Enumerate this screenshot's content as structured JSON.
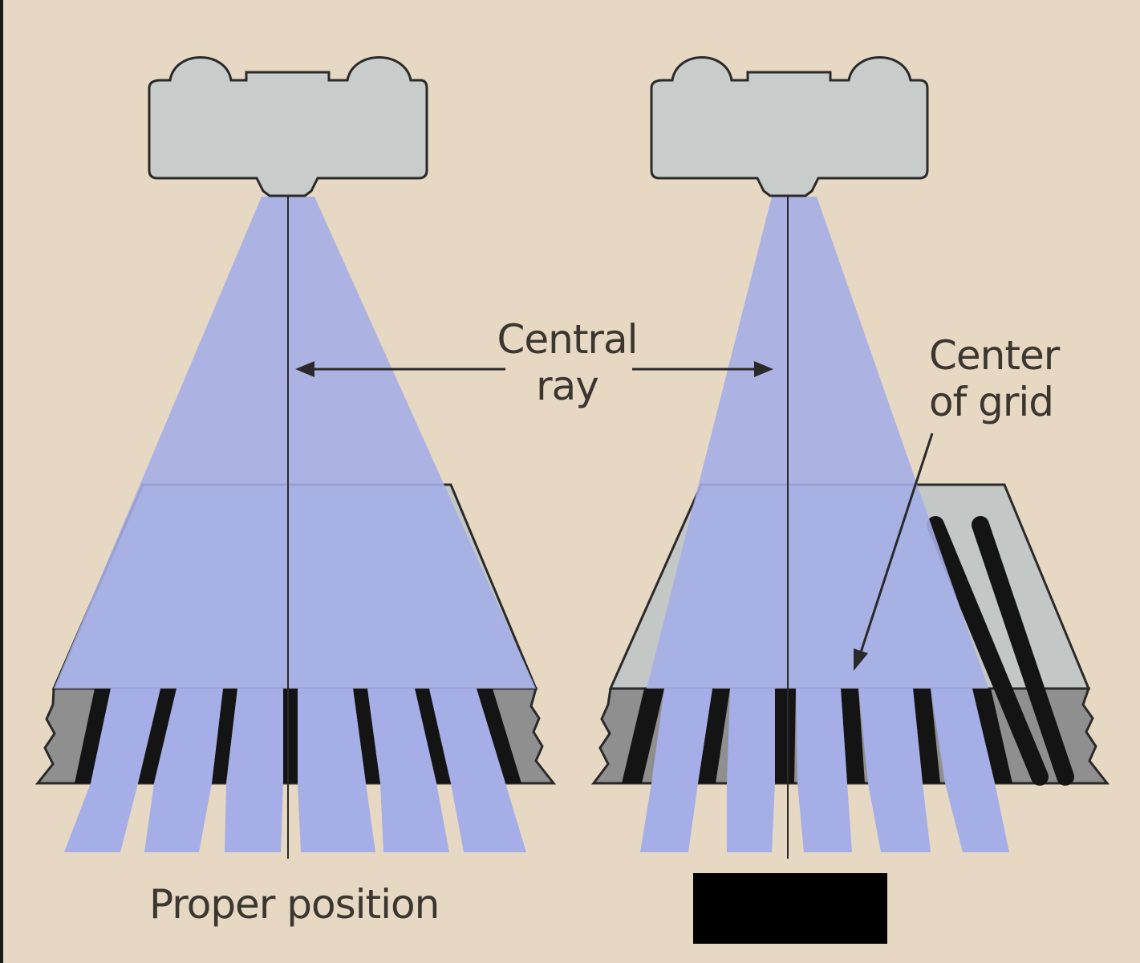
{
  "labels": {
    "central_ray": "Central\nray",
    "center_of_grid": "Center\nof grid",
    "proper_position": "Proper position"
  },
  "colors": {
    "background": "#e6d8c3",
    "beam": "#a5aee6",
    "tube": "#c8cccb",
    "grid_top": "#c3c8c6",
    "grid_side": "#8f8f8f",
    "lead_strip": "#141414",
    "outline": "#2a2a2a"
  }
}
